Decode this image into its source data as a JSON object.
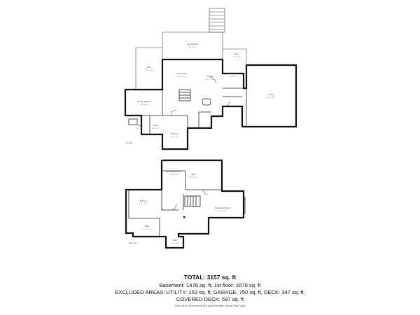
{
  "summary": {
    "total": "TOTAL: 3157 sq. ft",
    "line1": "Basement: 1478 sq. ft, 1st floor: 1679 sq. ft",
    "line2": "EXCLUDED AREAS: UTILITY: 153 sq. ft, GARAGE: 750 sq. ft, DECK: 347 sq. ft,",
    "line3": "COVERED DECK: 597 sq. ft",
    "disclaimer": "Sizes And Dimensions Are Approximate, Actual May Vary."
  },
  "floors": {
    "first_floor_tag": "1st floor",
    "basement_tag": "Basement"
  },
  "rooms": {
    "covered_deck": {
      "label": "Covered Deck",
      "dim": "39'1\" x 11'2\""
    },
    "deck_left": {
      "label": "Deck",
      "dim": "11'11\" x 24'4\""
    },
    "deck_right": {
      "label": "Deck",
      "dim": "10'5\" x 9'7\""
    },
    "living_room": {
      "label": "Living Room",
      "dim": "18'1\" x 19'5\""
    },
    "kitchen": {
      "label": "Kitchen",
      "dim": "14'0\" x 16'8\""
    },
    "laundry": {
      "label": "Laundry Room",
      "dim": "10'1\" x 7'5\""
    },
    "garage": {
      "label": "Garage",
      "dim": "24'0\" x 28'1\""
    },
    "primary_bedroom": {
      "label": "Primary Bedroom",
      "dim": "16'1\" x 14'8\""
    },
    "bath_1": {
      "label": "Bath",
      "dim": "8'5\" x 8'1\""
    },
    "closet_1": {
      "label": "Closet",
      "dim": "6'4\" x 8'1\""
    },
    "bedroom_1": {
      "label": "Bedroom",
      "dim": "12'2\" x 11'8\""
    },
    "family_room": {
      "label": "Recreational Room",
      "dim": "23'9\" x 12'6\""
    },
    "utility": {
      "label": "Utility",
      "dim": "8'6\" x 12'0\""
    },
    "bedroom_2": {
      "label": "Bedroom",
      "dim": "13'5\" x 14'2\""
    },
    "game_room": {
      "label": "Recreational Room",
      "dim": "27'5\" x 18'9\""
    },
    "office": {
      "label": "Office",
      "dim": "11'9\" x 11'2\""
    },
    "bath_2": {
      "label": "Bath",
      "dim": "8'4\" x 6'1\""
    }
  },
  "colors": {
    "walls": "#111111",
    "text": "#111111",
    "background": "#ffffff"
  }
}
